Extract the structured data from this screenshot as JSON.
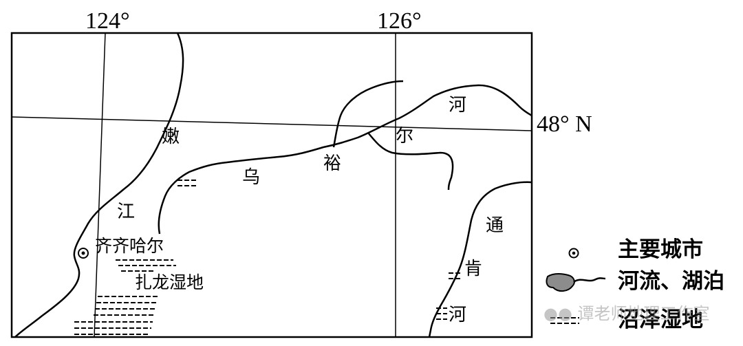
{
  "coords": {
    "lon1": "124°",
    "lon2": "126°",
    "lat": "48° N"
  },
  "rivers": {
    "nen_1": "嫩",
    "nen_2": "江",
    "wu_1": "乌",
    "wu_2": "裕",
    "wu_3": "尔",
    "wu_4": "河",
    "tong_1": "通",
    "tong_2": "肯",
    "tong_3": "河"
  },
  "places": {
    "city": "齐齐哈尔",
    "wetland": "扎龙湿地"
  },
  "legend": {
    "city": "主要城市",
    "river_lake": "河流、湖泊",
    "marsh": "沼泽湿地"
  },
  "watermark": "谭老师地理工作室",
  "colors": {
    "ink": "#000000",
    "lake_fill": "#8c8c8c",
    "background": "#ffffff"
  }
}
